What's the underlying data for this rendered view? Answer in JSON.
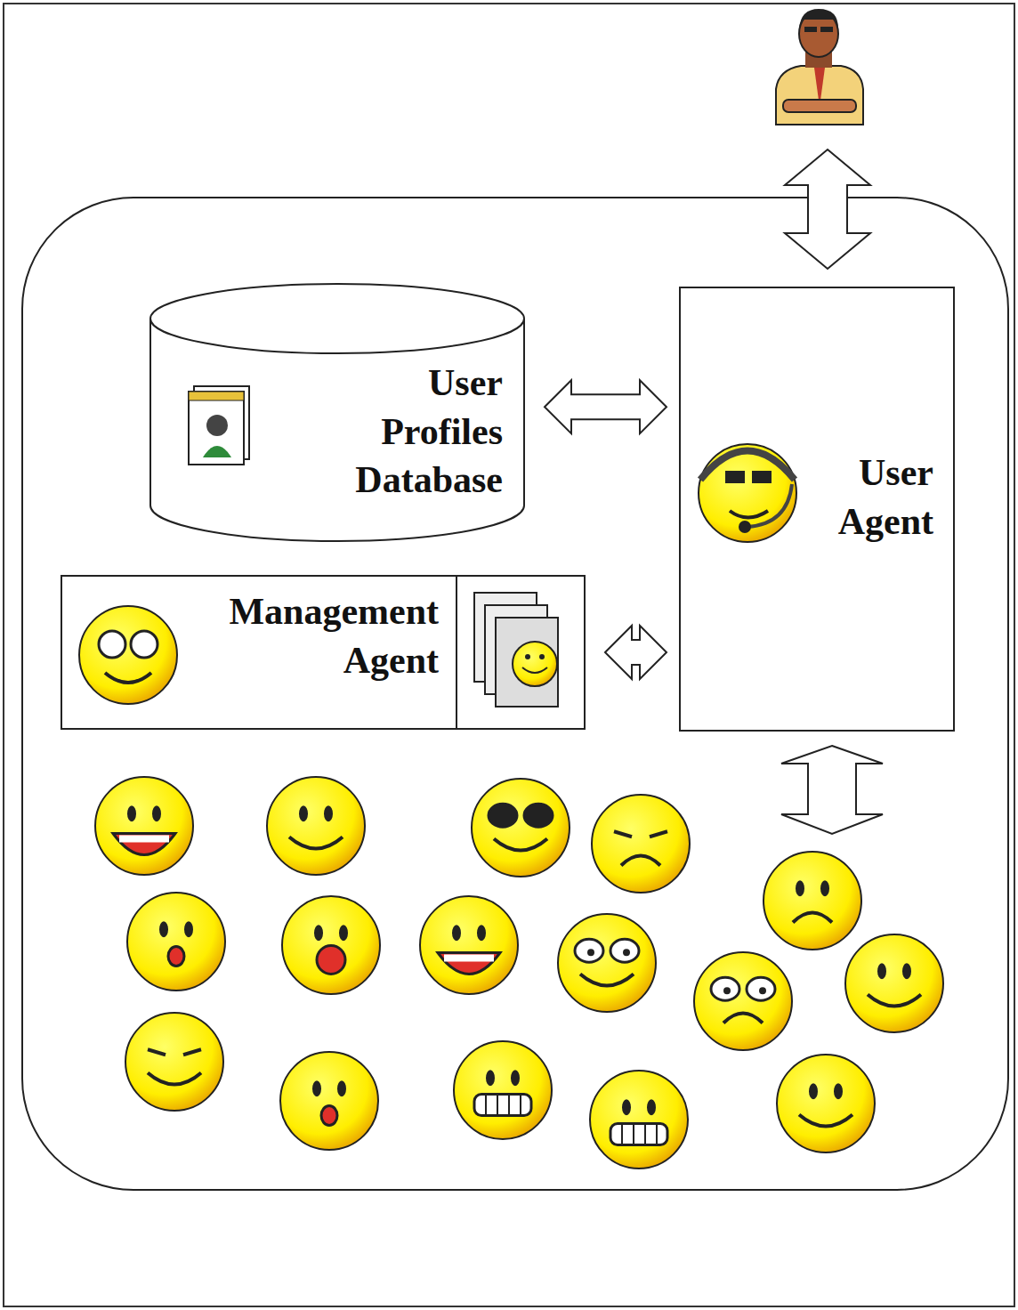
{
  "diagram": {
    "nodes": [
      {
        "text": [
          "User Profiles Database"
        ]
      },
      {
        "text": [
          "User Agent"
        ]
      },
      {
        "text": [
          "Management Agent"
        ]
      }
    ],
    "edges": [
      {
        "from": 0,
        "to": 1,
        "arrow": "both"
      },
      {
        "from": 2,
        "to": 1,
        "arrow": "both"
      }
    ]
  }
}
